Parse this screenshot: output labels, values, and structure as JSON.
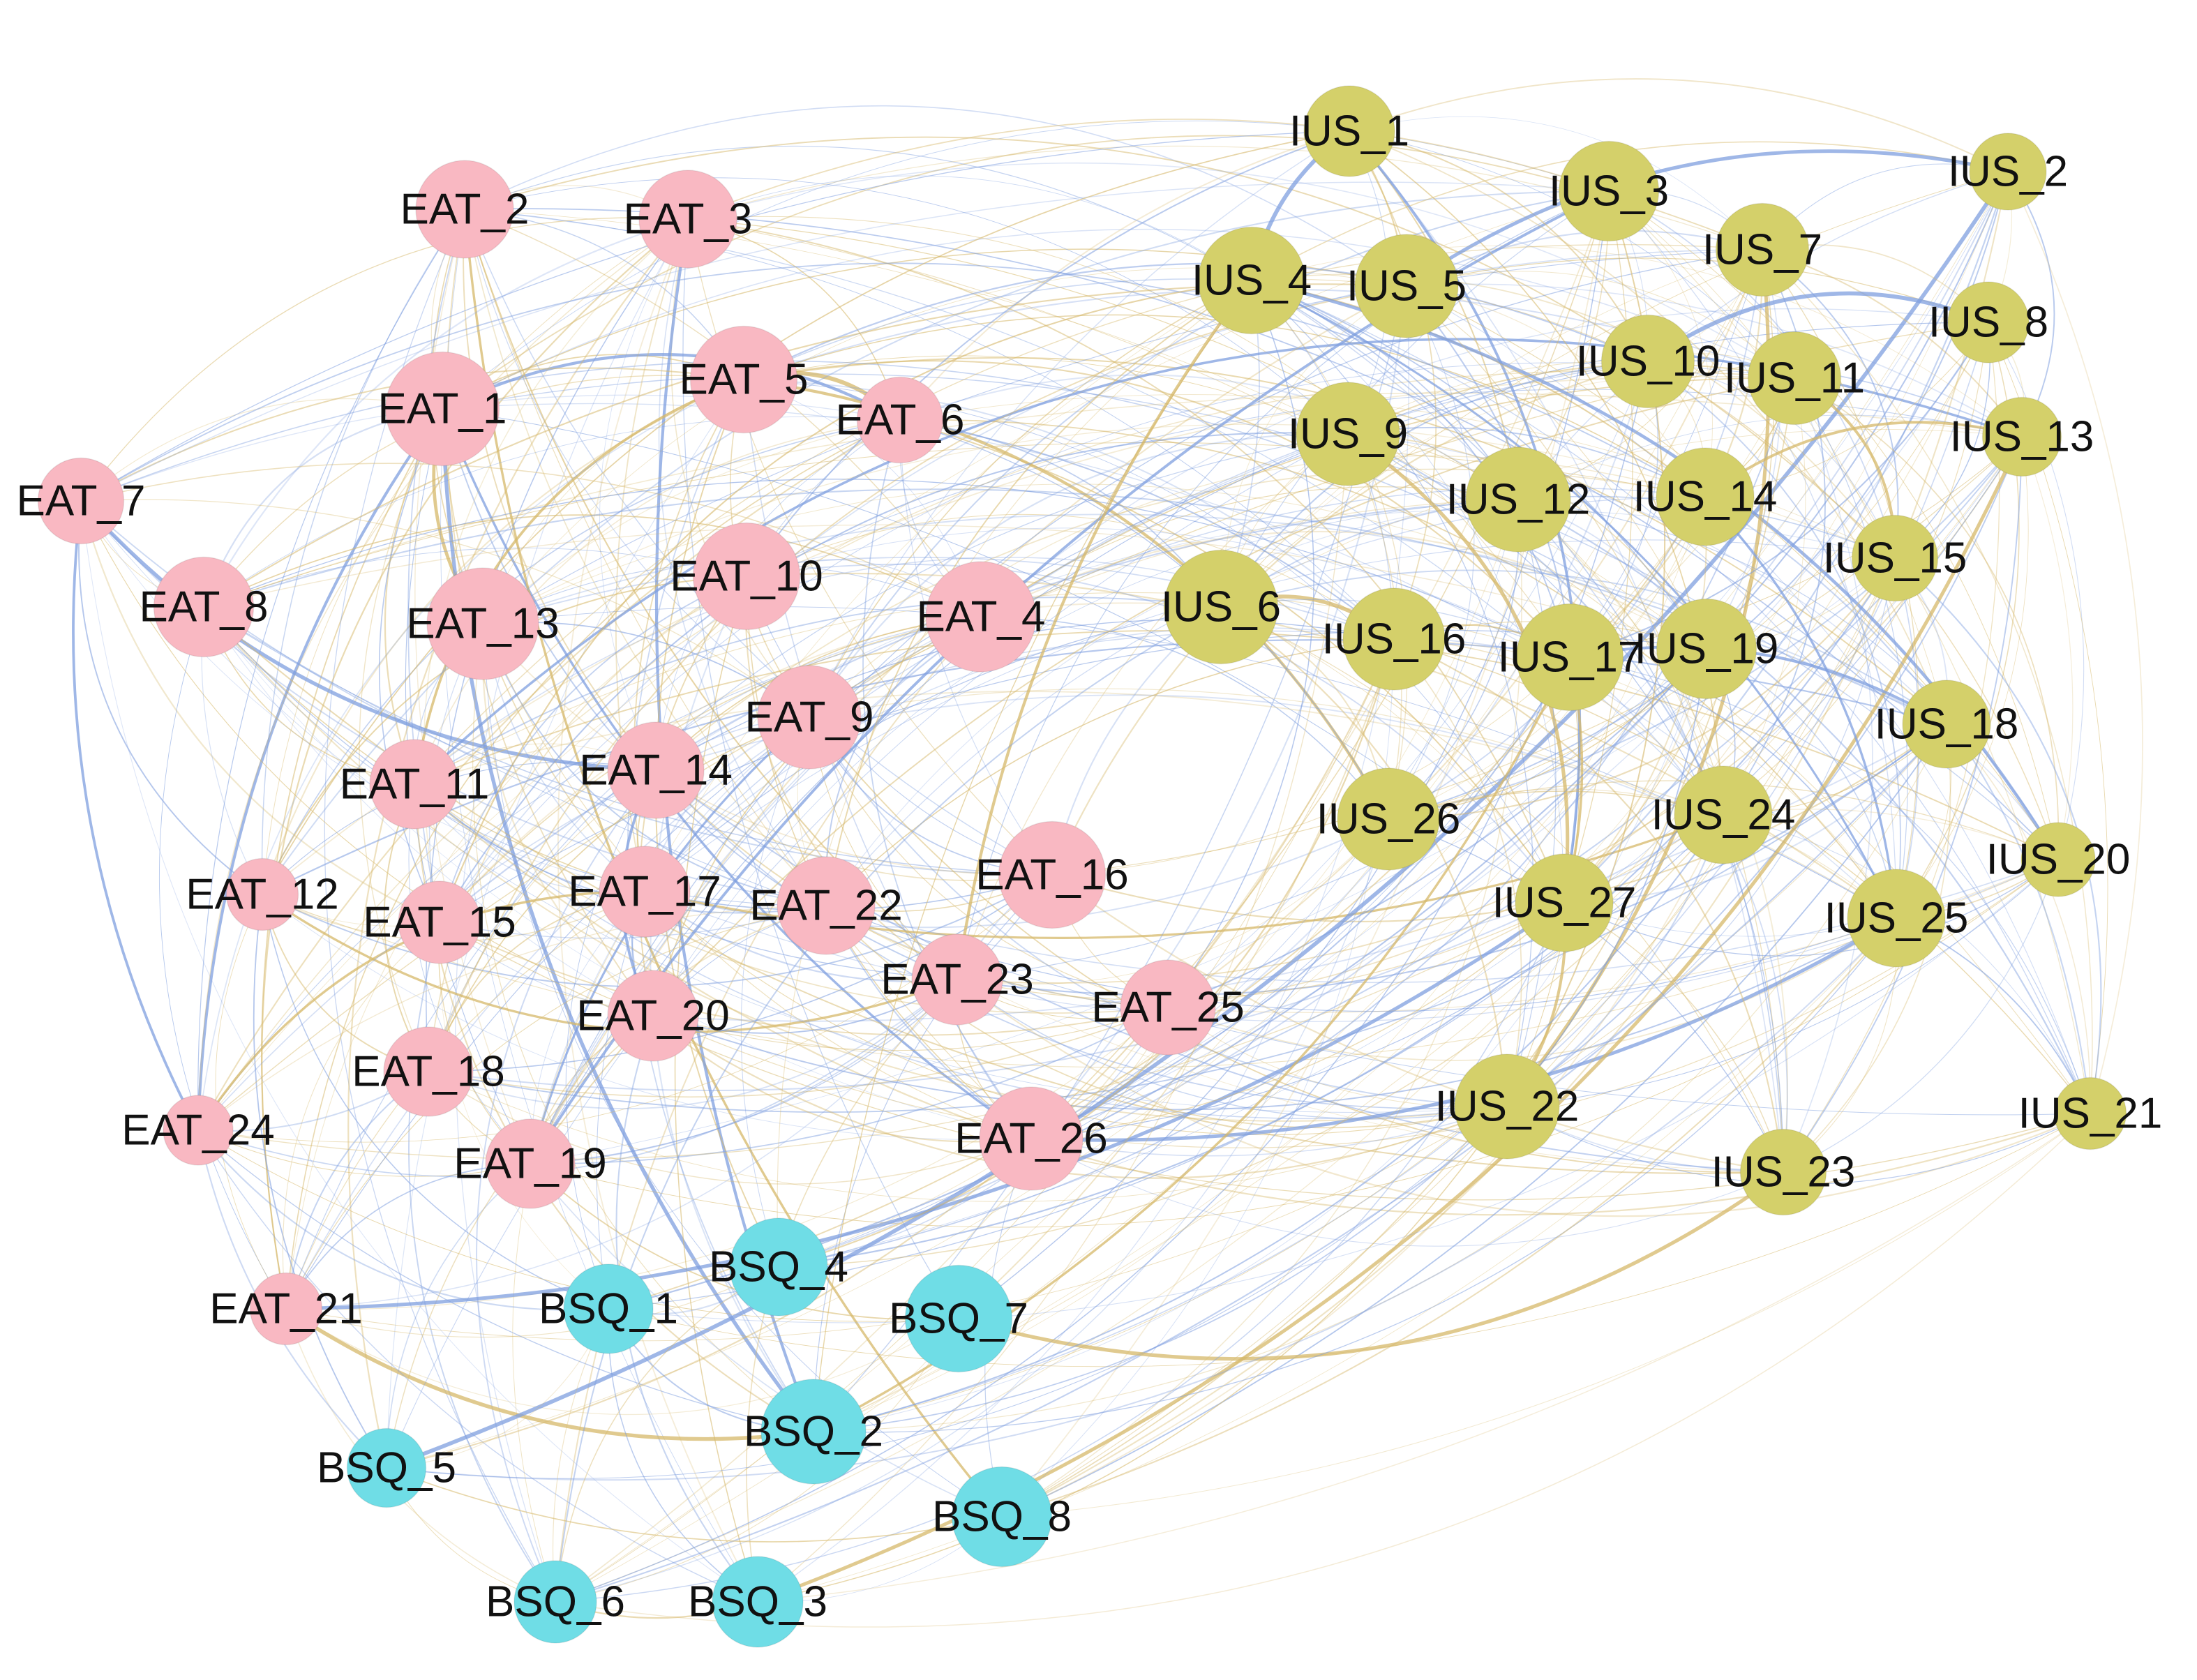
{
  "network": {
    "groups": [
      {
        "id": "EAT",
        "color": "#f9b8c2"
      },
      {
        "id": "IUS",
        "color": "#d4d06a"
      },
      {
        "id": "BSQ",
        "color": "#6fdde6"
      }
    ],
    "edge_colors": {
      "positive": "#7f9fdf",
      "negative": "#d6b86a"
    },
    "nodes": [
      {
        "id": "EAT_1",
        "label": "EAT_1",
        "group": "EAT",
        "size": 0.95
      },
      {
        "id": "EAT_2",
        "label": "EAT_2",
        "group": "EAT",
        "size": 0.72
      },
      {
        "id": "EAT_3",
        "label": "EAT_3",
        "group": "EAT",
        "size": 0.72
      },
      {
        "id": "EAT_4",
        "label": "EAT_4",
        "group": "EAT",
        "size": 0.9
      },
      {
        "id": "EAT_5",
        "label": "EAT_5",
        "group": "EAT",
        "size": 0.85
      },
      {
        "id": "EAT_6",
        "label": "EAT_6",
        "group": "EAT",
        "size": 0.55
      },
      {
        "id": "EAT_7",
        "label": "EAT_7",
        "group": "EAT",
        "size": 0.55
      },
      {
        "id": "EAT_8",
        "label": "EAT_8",
        "group": "EAT",
        "size": 0.75
      },
      {
        "id": "EAT_9",
        "label": "EAT_9",
        "group": "EAT",
        "size": 0.8
      },
      {
        "id": "EAT_10",
        "label": "EAT_10",
        "group": "EAT",
        "size": 0.85
      },
      {
        "id": "EAT_11",
        "label": "EAT_11",
        "group": "EAT",
        "size": 0.6
      },
      {
        "id": "EAT_12",
        "label": "EAT_12",
        "group": "EAT",
        "size": 0.35
      },
      {
        "id": "EAT_13",
        "label": "EAT_13",
        "group": "EAT",
        "size": 0.92
      },
      {
        "id": "EAT_14",
        "label": "EAT_14",
        "group": "EAT",
        "size": 0.7
      },
      {
        "id": "EAT_15",
        "label": "EAT_15",
        "group": "EAT",
        "size": 0.5
      },
      {
        "id": "EAT_16",
        "label": "EAT_16",
        "group": "EAT",
        "size": 0.85
      },
      {
        "id": "EAT_17",
        "label": "EAT_17",
        "group": "EAT",
        "size": 0.62
      },
      {
        "id": "EAT_18",
        "label": "EAT_18",
        "group": "EAT",
        "size": 0.6
      },
      {
        "id": "EAT_19",
        "label": "EAT_19",
        "group": "EAT",
        "size": 0.6
      },
      {
        "id": "EAT_20",
        "label": "EAT_20",
        "group": "EAT",
        "size": 0.62
      },
      {
        "id": "EAT_21",
        "label": "EAT_21",
        "group": "EAT",
        "size": 0.35
      },
      {
        "id": "EAT_22",
        "label": "EAT_22",
        "group": "EAT",
        "size": 0.72
      },
      {
        "id": "EAT_23",
        "label": "EAT_23",
        "group": "EAT",
        "size": 0.62
      },
      {
        "id": "EAT_24",
        "label": "EAT_24",
        "group": "EAT",
        "size": 0.32
      },
      {
        "id": "EAT_25",
        "label": "EAT_25",
        "group": "EAT",
        "size": 0.68
      },
      {
        "id": "EAT_26",
        "label": "EAT_26",
        "group": "EAT",
        "size": 0.8
      },
      {
        "id": "IUS_1",
        "label": "IUS_1",
        "group": "IUS",
        "size": 0.62
      },
      {
        "id": "IUS_2",
        "label": "IUS_2",
        "group": "IUS",
        "size": 0.42
      },
      {
        "id": "IUS_3",
        "label": "IUS_3",
        "group": "IUS",
        "size": 0.75
      },
      {
        "id": "IUS_4",
        "label": "IUS_4",
        "group": "IUS",
        "size": 0.85
      },
      {
        "id": "IUS_5",
        "label": "IUS_5",
        "group": "IUS",
        "size": 0.8
      },
      {
        "id": "IUS_6",
        "label": "IUS_6",
        "group": "IUS",
        "size": 0.95
      },
      {
        "id": "IUS_7",
        "label": "IUS_7",
        "group": "IUS",
        "size": 0.65
      },
      {
        "id": "IUS_8",
        "label": "IUS_8",
        "group": "IUS",
        "size": 0.48
      },
      {
        "id": "IUS_9",
        "label": "IUS_9",
        "group": "IUS",
        "size": 0.8
      },
      {
        "id": "IUS_10",
        "label": "IUS_10",
        "group": "IUS",
        "size": 0.65
      },
      {
        "id": "IUS_11",
        "label": "IUS_11",
        "group": "IUS",
        "size": 0.65
      },
      {
        "id": "IUS_12",
        "label": "IUS_12",
        "group": "IUS",
        "size": 0.82
      },
      {
        "id": "IUS_13",
        "label": "IUS_13",
        "group": "IUS",
        "size": 0.45
      },
      {
        "id": "IUS_14",
        "label": "IUS_14",
        "group": "IUS",
        "size": 0.72
      },
      {
        "id": "IUS_15",
        "label": "IUS_15",
        "group": "IUS",
        "size": 0.55
      },
      {
        "id": "IUS_16",
        "label": "IUS_16",
        "group": "IUS",
        "size": 0.78
      },
      {
        "id": "IUS_17",
        "label": "IUS_17",
        "group": "IUS",
        "size": 0.85
      },
      {
        "id": "IUS_18",
        "label": "IUS_18",
        "group": "IUS",
        "size": 0.58
      },
      {
        "id": "IUS_19",
        "label": "IUS_19",
        "group": "IUS",
        "size": 0.75
      },
      {
        "id": "IUS_20",
        "label": "IUS_20",
        "group": "IUS",
        "size": 0.38
      },
      {
        "id": "IUS_21",
        "label": "IUS_21",
        "group": "IUS",
        "size": 0.35
      },
      {
        "id": "IUS_22",
        "label": "IUS_22",
        "group": "IUS",
        "size": 0.82
      },
      {
        "id": "IUS_23",
        "label": "IUS_23",
        "group": "IUS",
        "size": 0.55
      },
      {
        "id": "IUS_24",
        "label": "IUS_24",
        "group": "IUS",
        "size": 0.72
      },
      {
        "id": "IUS_25",
        "label": "IUS_25",
        "group": "IUS",
        "size": 0.72
      },
      {
        "id": "IUS_26",
        "label": "IUS_26",
        "group": "IUS",
        "size": 0.78
      },
      {
        "id": "IUS_27",
        "label": "IUS_27",
        "group": "IUS",
        "size": 0.72
      },
      {
        "id": "BSQ_1",
        "label": "BSQ_1",
        "group": "BSQ",
        "size": 0.6
      },
      {
        "id": "BSQ_2",
        "label": "BSQ_2",
        "group": "BSQ",
        "size": 0.82
      },
      {
        "id": "BSQ_3",
        "label": "BSQ_3",
        "group": "BSQ",
        "size": 0.62
      },
      {
        "id": "BSQ_4",
        "label": "BSQ_4",
        "group": "BSQ",
        "size": 0.72
      },
      {
        "id": "BSQ_5",
        "label": "BSQ_5",
        "group": "BSQ",
        "size": 0.45
      },
      {
        "id": "BSQ_6",
        "label": "BSQ_6",
        "group": "BSQ",
        "size": 0.5
      },
      {
        "id": "BSQ_7",
        "label": "BSQ_7",
        "group": "BSQ",
        "size": 0.85
      },
      {
        "id": "BSQ_8",
        "label": "BSQ_8",
        "group": "BSQ",
        "size": 0.75
      }
    ]
  }
}
